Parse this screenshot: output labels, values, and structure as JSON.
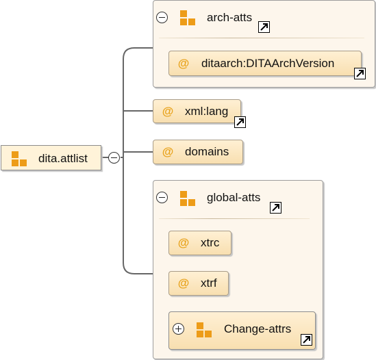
{
  "root": {
    "label": "dita.attlist",
    "icon": "attribute-group-icon"
  },
  "children": [
    {
      "kind": "attribute-group",
      "label": "arch-atts",
      "expanded": true,
      "icon": "attribute-group-icon",
      "has_reference": true,
      "children": [
        {
          "kind": "attribute",
          "label": "ditaarch:DITAArchVersion",
          "prefix": "@",
          "has_reference": true
        }
      ]
    },
    {
      "kind": "attribute",
      "label": "xml:lang",
      "prefix": "@",
      "has_reference": true
    },
    {
      "kind": "attribute",
      "label": "domains",
      "prefix": "@",
      "has_reference": false
    },
    {
      "kind": "attribute-group",
      "label": "global-atts",
      "expanded": true,
      "icon": "attribute-group-icon",
      "has_reference": true,
      "children": [
        {
          "kind": "attribute",
          "label": "xtrc",
          "prefix": "@",
          "has_reference": false
        },
        {
          "kind": "attribute",
          "label": "xtrf",
          "prefix": "@",
          "has_reference": false
        },
        {
          "kind": "attribute-group",
          "label": "Change-attrs",
          "expanded": false,
          "icon": "attribute-group-icon",
          "has_reference": true
        }
      ]
    }
  ],
  "colors": {
    "group_fill": "#fdf6ec",
    "node_fill": "#f8dfb0",
    "at_sign": "#e8a21a",
    "group_icon": "#ed9c18",
    "connector": "#666666"
  }
}
